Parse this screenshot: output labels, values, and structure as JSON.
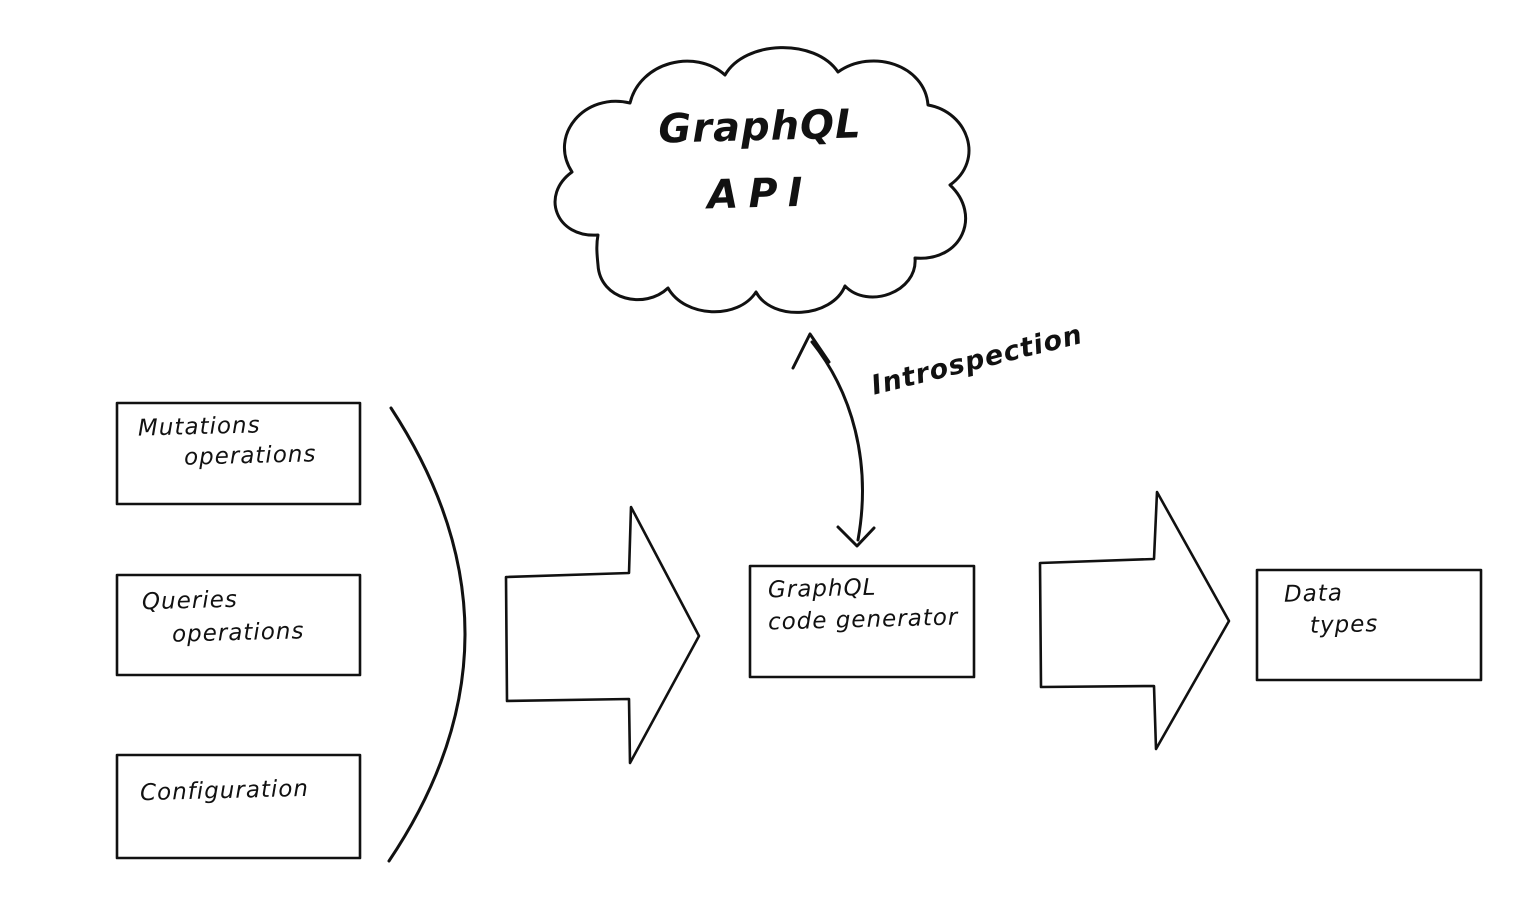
{
  "title": "GraphQL code generator flow diagram",
  "colors": {
    "ink": "#111111",
    "paper": "#ffffff"
  },
  "cloud": {
    "line1": "GraphQL",
    "line2": "API"
  },
  "introspection": {
    "label": "Introspection"
  },
  "input_boxes": [
    {
      "lines": [
        "Mutations",
        "operations"
      ]
    },
    {
      "lines": [
        "Queries",
        "operations"
      ]
    },
    {
      "lines": [
        "Configuration"
      ]
    }
  ],
  "generator_box": {
    "lines": [
      "GraphQL",
      "code generator"
    ]
  },
  "output_box": {
    "lines": [
      "Data",
      "types"
    ]
  }
}
